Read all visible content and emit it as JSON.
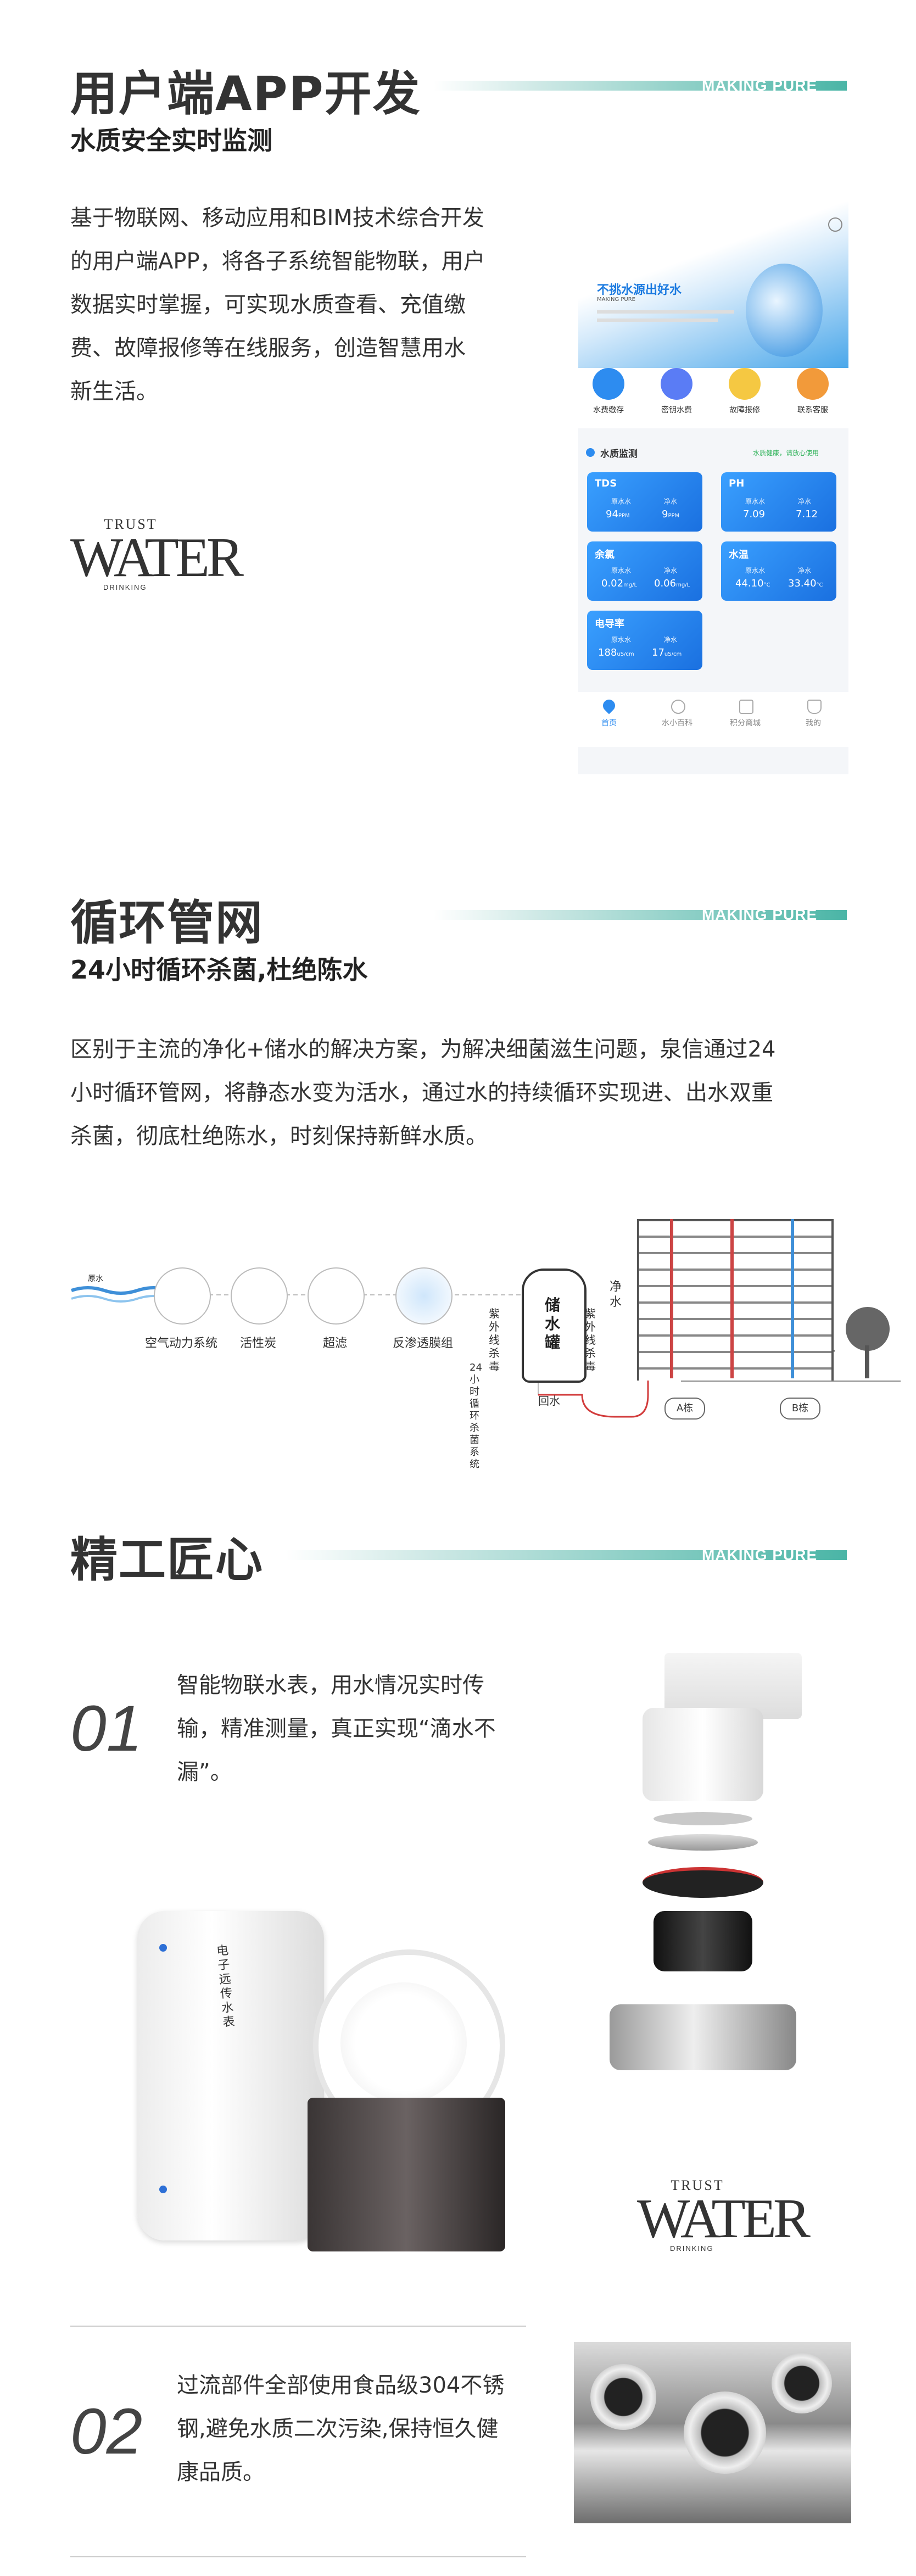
{
  "brand_tag": "MAKING PURE",
  "section1": {
    "title": "用户端APP开发",
    "subtitle": "水质安全实时监测",
    "paragraph": [
      "基于物联网、移动应用和BIM技术综合开发",
      "的用户端APP，将各子系统智能物联，用户",
      "数据实时掌握，可实现水质查看、充值缴",
      "费、故障报修等在线服务，创造智慧用水",
      "新生活。"
    ],
    "logo": {
      "top": "TRUST",
      "main": "WATER",
      "bottom": "DRINKING"
    }
  },
  "app": {
    "banner_title": "不挑水源出好水",
    "banner_brand": "MAKING PURE",
    "quick_actions": [
      "水费缴存",
      "密钥水费",
      "故障报修",
      "联系客服"
    ],
    "section_title": "水质监测",
    "section_note": "水质健康，请放心使用",
    "cards": [
      {
        "name": "TDS",
        "left_label": "原水水",
        "left_value": "94",
        "left_unit": "PPM",
        "right_label": "净水",
        "right_value": "9",
        "right_unit": "PPM"
      },
      {
        "name": "PH",
        "left_label": "原水水",
        "left_value": "7.09",
        "left_unit": "",
        "right_label": "净水",
        "right_value": "7.12",
        "right_unit": ""
      },
      {
        "name": "余氯",
        "left_label": "原水水",
        "left_value": "0.02",
        "left_unit": "mg/L",
        "right_label": "净水",
        "right_value": "0.06",
        "right_unit": "mg/L"
      },
      {
        "name": "水温",
        "left_label": "原水水",
        "left_value": "44.10",
        "left_unit": "°C",
        "right_label": "净水",
        "right_value": "33.40",
        "right_unit": "°C"
      },
      {
        "name": "电导率",
        "left_label": "原水水",
        "left_value": "188",
        "left_unit": "uS/cm",
        "right_label": "净水",
        "right_value": "17",
        "right_unit": "uS/cm"
      }
    ],
    "tabs": [
      "首页",
      "水小百科",
      "积分商城",
      "我的"
    ]
  },
  "section2": {
    "title": "循环管网",
    "subtitle": "24小时循环杀菌,杜绝陈水",
    "paragraph": [
      "区别于主流的净化+储水的解决方案，为解决细菌滋生问题，泉信通过24",
      "小时循环管网，将静态水变为活水，通过水的持续循环实现进、出水双重",
      "杀菌，彻底杜绝陈水，时刻保持新鲜水质。"
    ],
    "diagram": {
      "source": "原水",
      "stages": [
        "空气动力系统",
        "活性炭",
        "超滤",
        "反渗透膜组"
      ],
      "uv1": "紫外线杀毒",
      "tank": "储水罐",
      "uv2": "紫外线杀毒",
      "pure": "净水",
      "return_water": "回水",
      "loop": "24小时循环杀菌系统",
      "building_a": "A栋",
      "building_b": "B栋"
    }
  },
  "section3": {
    "title": "精工匠心",
    "item1": {
      "num": "01",
      "text": [
        "智能物联水表，用水情况实时传",
        "输，精准测量，真正实现“滴水不",
        "漏”。"
      ],
      "meter_label": "电子远传水表"
    },
    "logo": {
      "top": "TRUST",
      "main": "WATER",
      "bottom": "DRINKING"
    },
    "item2": {
      "num": "02",
      "text": [
        "过流部件全部使用食品级304不锈",
        "钢,避免水质二次污染,保持恒久健",
        "康品质。"
      ]
    }
  }
}
